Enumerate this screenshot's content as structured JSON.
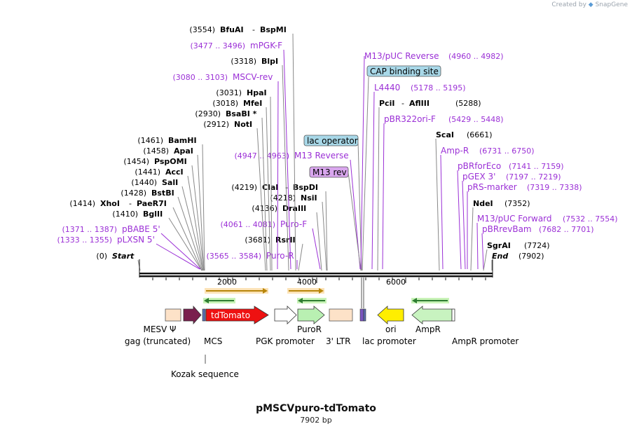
{
  "header": {
    "credit_prefix": "Created by",
    "credit_brand": "SnapGene"
  },
  "plasmid": {
    "name": "pMSCVpuro-tdTomato",
    "length": "7902 bp"
  },
  "ruler_ticks": [
    "2000",
    "4000",
    "6000"
  ],
  "colors": {
    "primer": "#9b30d6",
    "enzyme": "#000000",
    "line": "#888888",
    "feature_box": "#a8d8e8"
  },
  "site_labels": [
    {
      "kind": "enzyme",
      "pos": "(3554)",
      "name": "BfuAI",
      "name2": "BspMI"
    },
    {
      "kind": "primer",
      "pos": "(3477 .. 3496)",
      "name": "mPGK-F"
    },
    {
      "kind": "enzyme",
      "pos": "(3318)",
      "name": "BlpI"
    },
    {
      "kind": "primer",
      "pos": "(3080 .. 3103)",
      "name": "MSCV-rev"
    },
    {
      "kind": "enzyme",
      "pos": "(3031)",
      "name": "HpaI"
    },
    {
      "kind": "enzyme",
      "pos": "(3018)",
      "name": "MfeI"
    },
    {
      "kind": "enzyme",
      "pos": "(2930)",
      "name": "BsaBI *"
    },
    {
      "kind": "enzyme",
      "pos": "(2912)",
      "name": "NotI"
    },
    {
      "kind": "enzyme",
      "pos": "(1461)",
      "name": "BamHI"
    },
    {
      "kind": "enzyme",
      "pos": "(1458)",
      "name": "ApaI"
    },
    {
      "kind": "enzyme",
      "pos": "(1454)",
      "name": "PspOMI"
    },
    {
      "kind": "enzyme",
      "pos": "(1441)",
      "name": "AccI"
    },
    {
      "kind": "enzyme",
      "pos": "(1440)",
      "name": "SalI"
    },
    {
      "kind": "enzyme",
      "pos": "(1428)",
      "name": "BstBI"
    },
    {
      "kind": "enzyme",
      "pos": "(1414)",
      "name": "XhoI",
      "name2": "PaeR7I"
    },
    {
      "kind": "enzyme",
      "pos": "(1410)",
      "name": "BglII"
    },
    {
      "kind": "primer",
      "pos": "(1371 .. 1387)",
      "name": "pBABE 5'"
    },
    {
      "kind": "primer",
      "pos": "(1333 .. 1355)",
      "name": "pLXSN 5'"
    },
    {
      "kind": "enzyme-italic",
      "pos": "(0)",
      "name": "Start"
    },
    {
      "kind": "primer",
      "pos": "(4947 .. 4963)",
      "name": "M13 Reverse"
    },
    {
      "kind": "enzyme",
      "pos": "(4219)",
      "name": "ClaI",
      "name2": "BspDI"
    },
    {
      "kind": "enzyme",
      "pos": "(4218)",
      "name": "NsiI"
    },
    {
      "kind": "enzyme",
      "pos": "(4136)",
      "name": "DraIII"
    },
    {
      "kind": "primer",
      "pos": "(4061 .. 4081)",
      "name": "Puro-F"
    },
    {
      "kind": "enzyme",
      "pos": "(3681)",
      "name": "RsrII"
    },
    {
      "kind": "primer",
      "pos": "(3565 .. 3584)",
      "name": "Puro-R"
    },
    {
      "kind": "primer",
      "pos": "(4960 .. 4982)",
      "name": "M13/pUC Reverse",
      "pos_after": true
    },
    {
      "kind": "primer",
      "pos": "(5178 .. 5195)",
      "name": "L4440",
      "pos_after": true
    },
    {
      "kind": "enzyme",
      "pos": "(5288)",
      "name": "PciI",
      "name2": "AflIII",
      "pos_after": true
    },
    {
      "kind": "primer",
      "pos": "(5429 .. 5448)",
      "name": "pBR322ori-F",
      "pos_after": true
    },
    {
      "kind": "enzyme",
      "pos": "(6661)",
      "name": "ScaI",
      "pos_after": true
    },
    {
      "kind": "primer",
      "pos": "(6731 .. 6750)",
      "name": "Amp-R",
      "pos_after": true
    },
    {
      "kind": "primer",
      "pos": "(7141 .. 7159)",
      "name": "pBRforEco",
      "pos_after": true
    },
    {
      "kind": "primer",
      "pos": "(7197 .. 7219)",
      "name": "pGEX 3'",
      "pos_after": true
    },
    {
      "kind": "primer",
      "pos": "(7319 .. 7338)",
      "name": "pRS-marker",
      "pos_after": true
    },
    {
      "kind": "enzyme",
      "pos": "(7352)",
      "name": "NdeI",
      "pos_after": true
    },
    {
      "kind": "primer",
      "pos": "(7532 .. 7554)",
      "name": "M13/pUC Forward",
      "pos_after": true
    },
    {
      "kind": "primer",
      "pos": "(7682 .. 7701)",
      "name": "pBRrevBam",
      "pos_after": true
    },
    {
      "kind": "enzyme",
      "pos": "(7724)",
      "name": "SgrAI",
      "pos_after": true
    },
    {
      "kind": "enzyme-italic",
      "pos": "(7902)",
      "name": "End",
      "pos_after": true
    }
  ],
  "boxed_labels": [
    {
      "name": "CAP binding site",
      "color": "#a8d8e8"
    },
    {
      "name": "lac operator",
      "color": "#a8d8e8"
    },
    {
      "name": "M13 rev",
      "color": "#d9a6ee"
    }
  ],
  "features": [
    {
      "name": "MESV Ψ",
      "name2": "gag (truncated)",
      "color": "#fde2c8"
    },
    {
      "name": "tdTomato",
      "color": "#ee1111"
    },
    {
      "name": "MCS",
      "color": "#5b6fb0"
    },
    {
      "name": "Kozak sequence",
      "color": "#7a1f4e"
    },
    {
      "name": "PGK promoter",
      "color": "#ffffff"
    },
    {
      "name": "PuroR",
      "color": "#b9f0b2"
    },
    {
      "name": "3' LTR",
      "color": "#fde2c8"
    },
    {
      "name": "lac promoter",
      "color": "#ffffff"
    },
    {
      "name": "ori",
      "color": "#ffee00"
    },
    {
      "name": "AmpR",
      "color": "#c8f3c0"
    },
    {
      "name": "AmpR promoter",
      "color": "#ffffff"
    }
  ]
}
